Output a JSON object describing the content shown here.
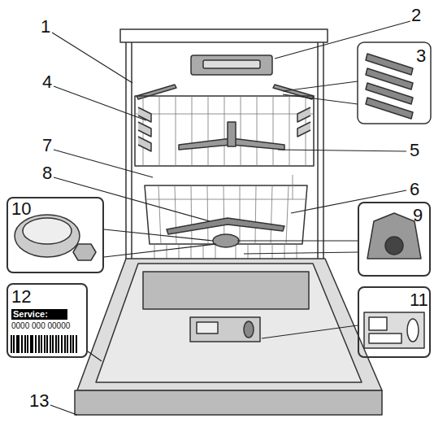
{
  "diagram": {
    "nodes": [
      {
        "text": [
          "10"
        ]
      },
      {
        "text": [
          "9"
        ]
      },
      {
        "text": [
          "12",
          "Service:",
          "0000 000 00000"
        ]
      },
      {
        "text": [
          "11"
        ]
      }
    ],
    "labels": [
      "1",
      "2",
      "3",
      "4",
      "5",
      "6",
      "7",
      "8",
      "13"
    ]
  }
}
